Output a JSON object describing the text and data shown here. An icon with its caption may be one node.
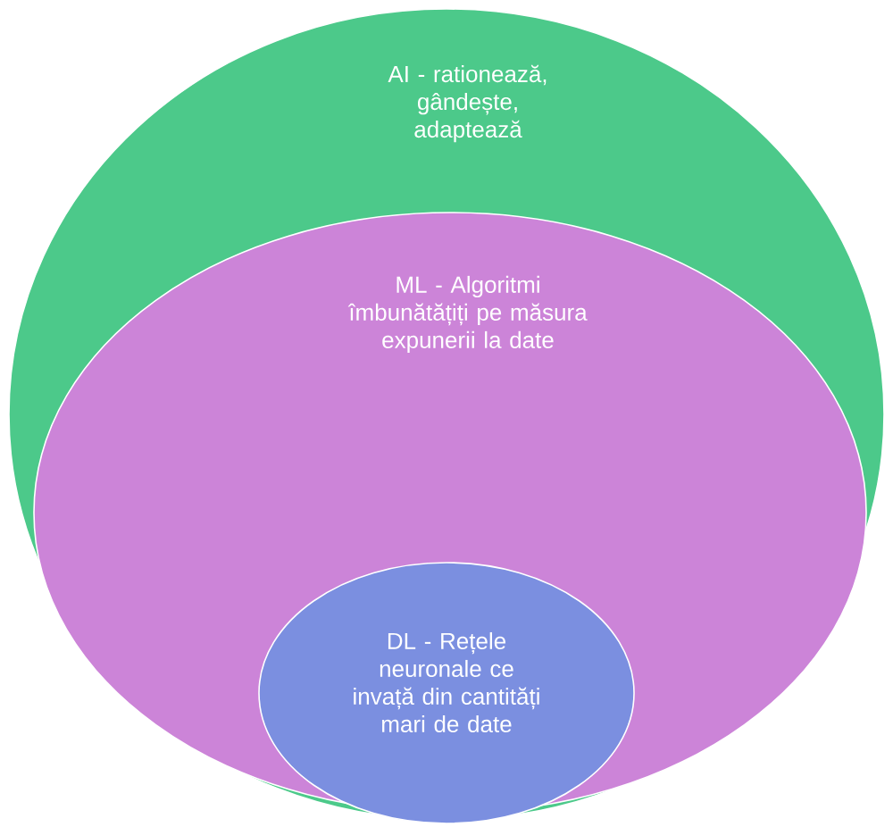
{
  "diagram": {
    "nodes": [
      {
        "text": [
          "AI - rationează, gândește, adaptează"
        ]
      },
      {
        "text": [
          "ML - Algoritmi îmbunătățiți pe măsura expunerii la date"
        ],
        "in": 0
      },
      {
        "text": [
          "DL - Rețele neuronale ce invață din cantități mari de date"
        ],
        "in": 1
      }
    ]
  }
}
